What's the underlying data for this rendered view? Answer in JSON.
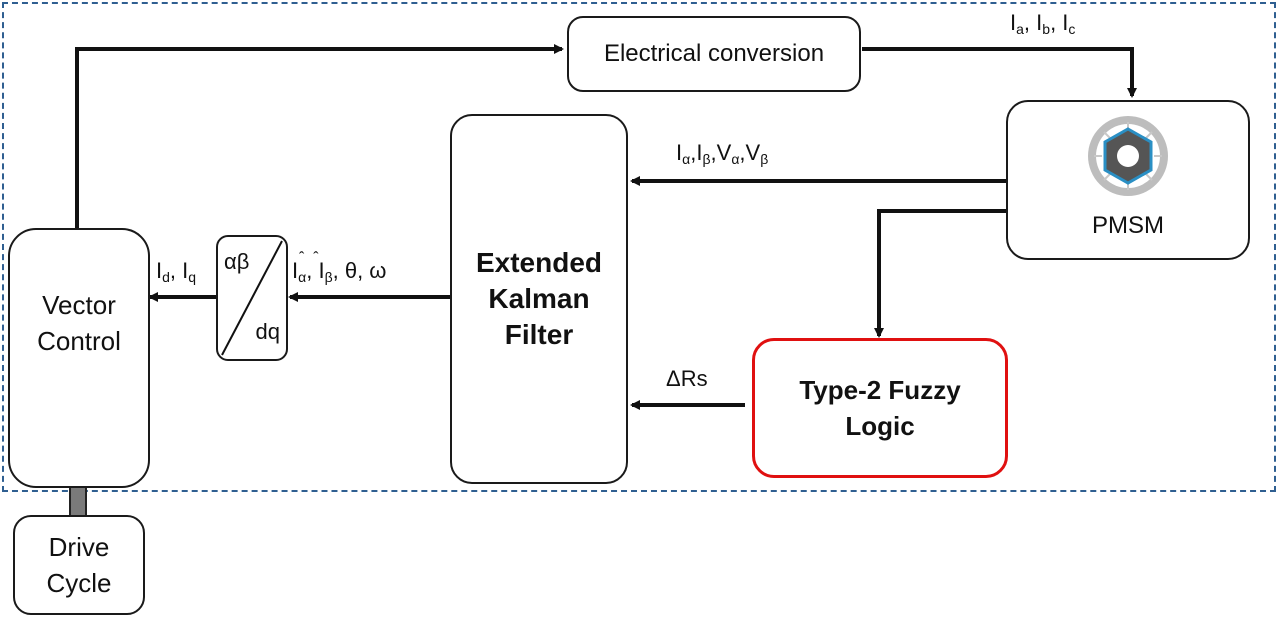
{
  "diagram": {
    "title": "PMSM sensorless control with EKF and Type-2 Fuzzy Logic",
    "colors": {
      "frame": "#2f5f91",
      "fuzzy_border": "#e01010",
      "drive_arrow": "#7a7a7a",
      "line": "#111111"
    },
    "blocks": {
      "electrical_conversion": "Electrical conversion",
      "pmsm": "PMSM",
      "ekf": [
        "Extended",
        "Kalman",
        "Filter"
      ],
      "vector_control": [
        "Vector",
        "Control"
      ],
      "transform": {
        "top": "αβ",
        "bottom": "dq"
      },
      "fuzzy": [
        "Type-2 Fuzzy",
        "Logic"
      ],
      "drive_cycle": [
        "Drive",
        "Cycle"
      ]
    },
    "signals": {
      "abc": {
        "parts": [
          "I",
          "a",
          ", I",
          "b",
          ", I",
          "c"
        ]
      },
      "alpha_beta": {
        "parts": [
          "I",
          "α",
          ",I",
          "β",
          ",V",
          "α",
          ",V",
          "β"
        ]
      },
      "dq": {
        "parts": [
          "I",
          "d",
          ", I",
          "q"
        ]
      },
      "est": {
        "parts": [
          "I",
          "α",
          ", I",
          "β",
          ", θ, ω"
        ]
      },
      "delta_rs": "ΔRs"
    },
    "icons": {
      "motor": "motor-icon"
    }
  }
}
